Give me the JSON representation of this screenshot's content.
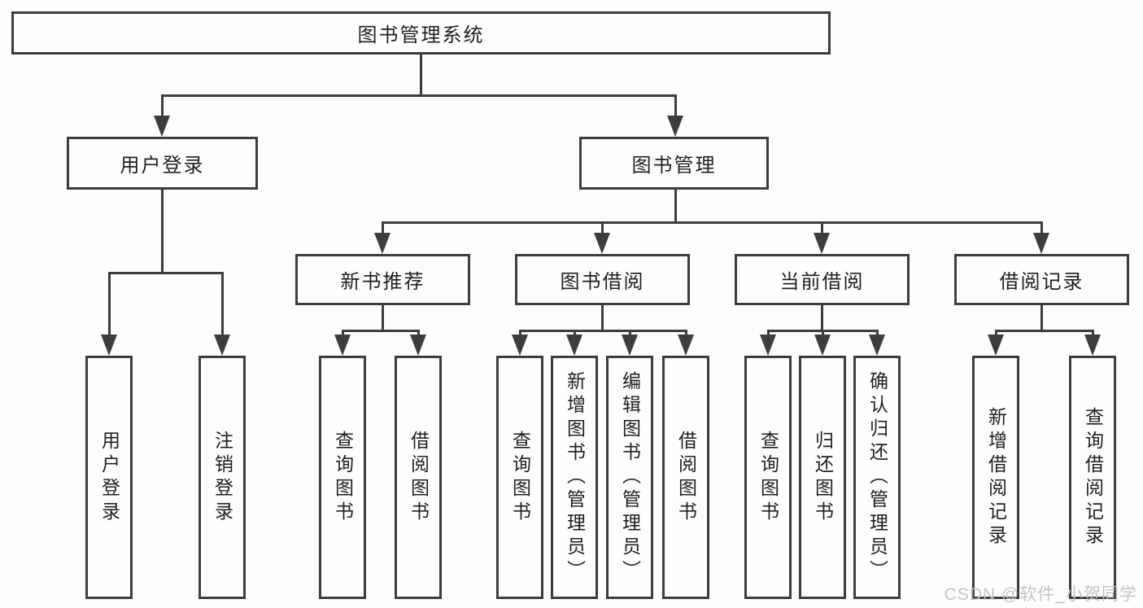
{
  "diagram": {
    "type": "hierarchy-tree",
    "root": {
      "label": "图书管理系统"
    },
    "branches": [
      {
        "label": "用户登录",
        "children": [
          {
            "label": "用户登录"
          },
          {
            "label": "注销登录"
          }
        ]
      },
      {
        "label": "图书管理",
        "children": [
          {
            "label": "新书推荐",
            "children": [
              {
                "label": "查询图书"
              },
              {
                "label": "借阅图书"
              }
            ]
          },
          {
            "label": "图书借阅",
            "children": [
              {
                "label": "查询图书"
              },
              {
                "label": "新增图书（管理员）"
              },
              {
                "label": "编辑图书（管理员）"
              },
              {
                "label": "借阅图书"
              }
            ]
          },
          {
            "label": "当前借阅",
            "children": [
              {
                "label": "查询图书"
              },
              {
                "label": "归还图书"
              },
              {
                "label": "确认归还（管理员）"
              }
            ]
          },
          {
            "label": "借阅记录",
            "children": [
              {
                "label": "新增借阅记录"
              },
              {
                "label": "查询借阅记录"
              }
            ]
          }
        ]
      }
    ]
  },
  "watermark": {
    "text": "CSDN @软件_小贺同学"
  },
  "colors": {
    "line": "#3d3d3d",
    "text": "#1f1f1f",
    "box_background": "#fefefe",
    "watermark": "#c4c4c4",
    "background": "#fdfdfd"
  }
}
